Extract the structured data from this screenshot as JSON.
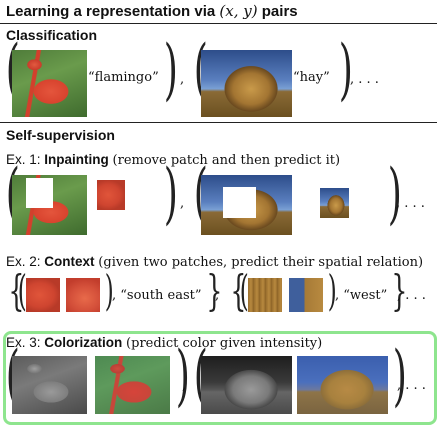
{
  "title": {
    "prefix": "Learning a representation via",
    "math": "(x, y)",
    "suffix": "pairs"
  },
  "classification": {
    "heading": "Classification",
    "label_flamingo": "“flamingo”",
    "label_hay": "“hay”",
    "comma": ",",
    "ellipsis": ", . . ."
  },
  "self_supervision": {
    "heading": "Self-supervision",
    "ex1": {
      "prefix": "Ex. 1:",
      "name": "Inpainting",
      "note": "(remove patch and then predict it)",
      "ellipsis": ", . . ."
    },
    "ex2": {
      "prefix": "Ex. 2:",
      "name": "Context",
      "note": "(given two patches, predict their spatial relation)",
      "label_south_east": "“south east”",
      "label_west": "“west”",
      "ellipsis": ", . . ."
    },
    "ex3": {
      "prefix": "Ex. 3:",
      "name": "Colorization",
      "note": "(predict color given intensity)",
      "ellipsis": ", . . ."
    }
  },
  "colors": {
    "highlight_border": "#8ee58e",
    "rule": "#222222"
  }
}
